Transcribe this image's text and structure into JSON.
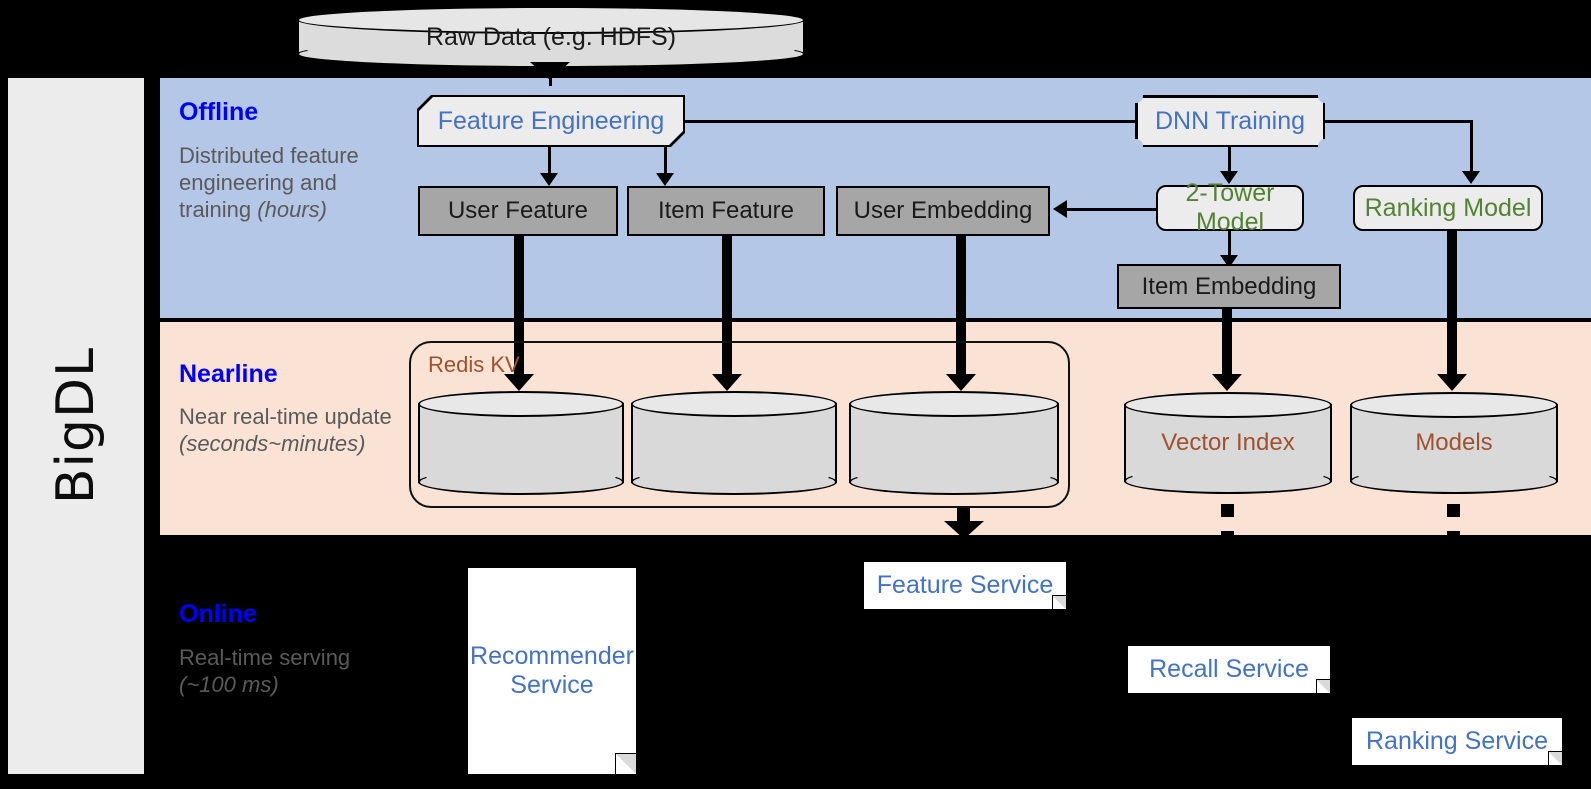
{
  "sidebar": {
    "label": "BigDL"
  },
  "bands": {
    "offline": {
      "title": "Offline",
      "desc_plain": "Distributed feature engineering and training (hours)",
      "desc_main": "Distributed feature engineering and training ",
      "desc_italic": "(hours)",
      "color": "#b4c7e7"
    },
    "nearline": {
      "title": "Nearline",
      "desc_plain": "Near real-time update (seconds~minutes)",
      "desc_main": "Near real-time update ",
      "desc_italic": "(seconds~minutes)",
      "color": "#fae3d4"
    },
    "online": {
      "title": "Online",
      "desc_plain": "Real-time serving (~100 ms)",
      "desc_main": "Real-time serving ",
      "desc_italic": "(~100 ms)",
      "color": "#000000"
    }
  },
  "nodes": {
    "raw_data": "Raw Data (e.g. HDFS)",
    "feature_engineering": "Feature Engineering",
    "dnn_training": "DNN Training",
    "user_feature": "User Feature",
    "item_feature": "Item Feature",
    "user_embedding": "User Embedding",
    "two_tower_model": "2-Tower Model",
    "ranking_model": "Ranking Model",
    "item_embedding": "Item Embedding",
    "redis_kv": "Redis KV",
    "vector_index": "Vector Index",
    "models": "Models",
    "feature_service": "Feature Service",
    "recommender_service_l1": "Recommender",
    "recommender_service_l2": "Service",
    "recall_service": "Recall Service",
    "ranking_service": "Ranking Service"
  },
  "colors": {
    "blue_text": "#4472c4",
    "green_text": "#548235",
    "brown_text": "#a0522d",
    "band_title": "#0000ff",
    "band_desc": "#5a5a5a",
    "gray_fill": "#a6a6a6",
    "light_fill": "#ececec",
    "cyl_fill": "#d9d9d9",
    "sidebar_fill": "#ececec"
  }
}
